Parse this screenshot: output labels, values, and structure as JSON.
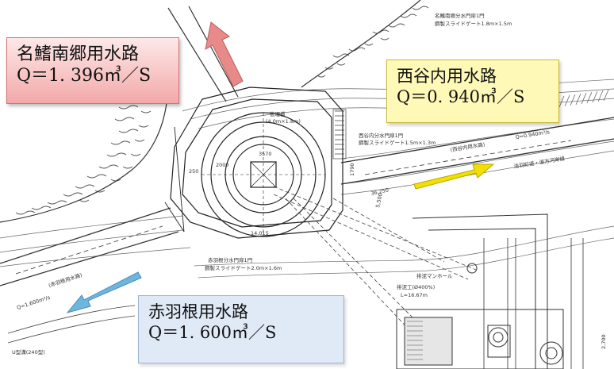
{
  "labels": {
    "nabi_minami": {
      "name": "名鰭南郷用水路",
      "flow": "Q＝1. 396㎥／S",
      "color": "#f3a8a8"
    },
    "nishitani": {
      "name": "西谷内用水路",
      "flow": "Q＝0. 940㎥／S",
      "color": "#fff9b8"
    },
    "akabane": {
      "name": "赤羽根用水路",
      "flow": "Q＝1. 600㎥／S",
      "color": "#dfeaf6"
    }
  },
  "arrows": {
    "nabi_minami_color": "#e98a8a",
    "nishitani_color": "#f2e000",
    "akabane_color": "#6fb6de"
  },
  "notes": {
    "kanrikyo": "管理橋",
    "kanrikyo_size": "(4.0m×1.8m)",
    "gate_top": "名鰭南郷分水門扉1門",
    "gate_top_spec": "鋼製スライドゲート1.8m×1.5m",
    "gate_right": "西谷内分水門扉1門",
    "gate_right_spec": "鋼製スライドゲート1.5m×1.3m",
    "road": "浅羽町道・波方河岸線",
    "canal_right": "(西谷内用水路)",
    "q_right": "Q=0.940m³/s",
    "gate_bottom": "赤羽根分水門扉1門",
    "gate_bottom_spec": "鋼製スライドゲート2.0m×1.6m",
    "q_left": "Q=1.600m³/s",
    "canal_left": "(赤羽根用水路)",
    "manhole": "排泥マンホール",
    "drain": "排泥工(Ø400%)",
    "drain_len": "L=16.67m",
    "u_ditch": "U型溝(240型)",
    "dim_250": "250",
    "dim_2000": "2000",
    "dim_3570": "3570",
    "dim_14015": "14,015",
    "dim_36250": "36,250",
    "dim_500": "5,500",
    "dim_2700": "2,700",
    "dim_1790": "1790"
  }
}
